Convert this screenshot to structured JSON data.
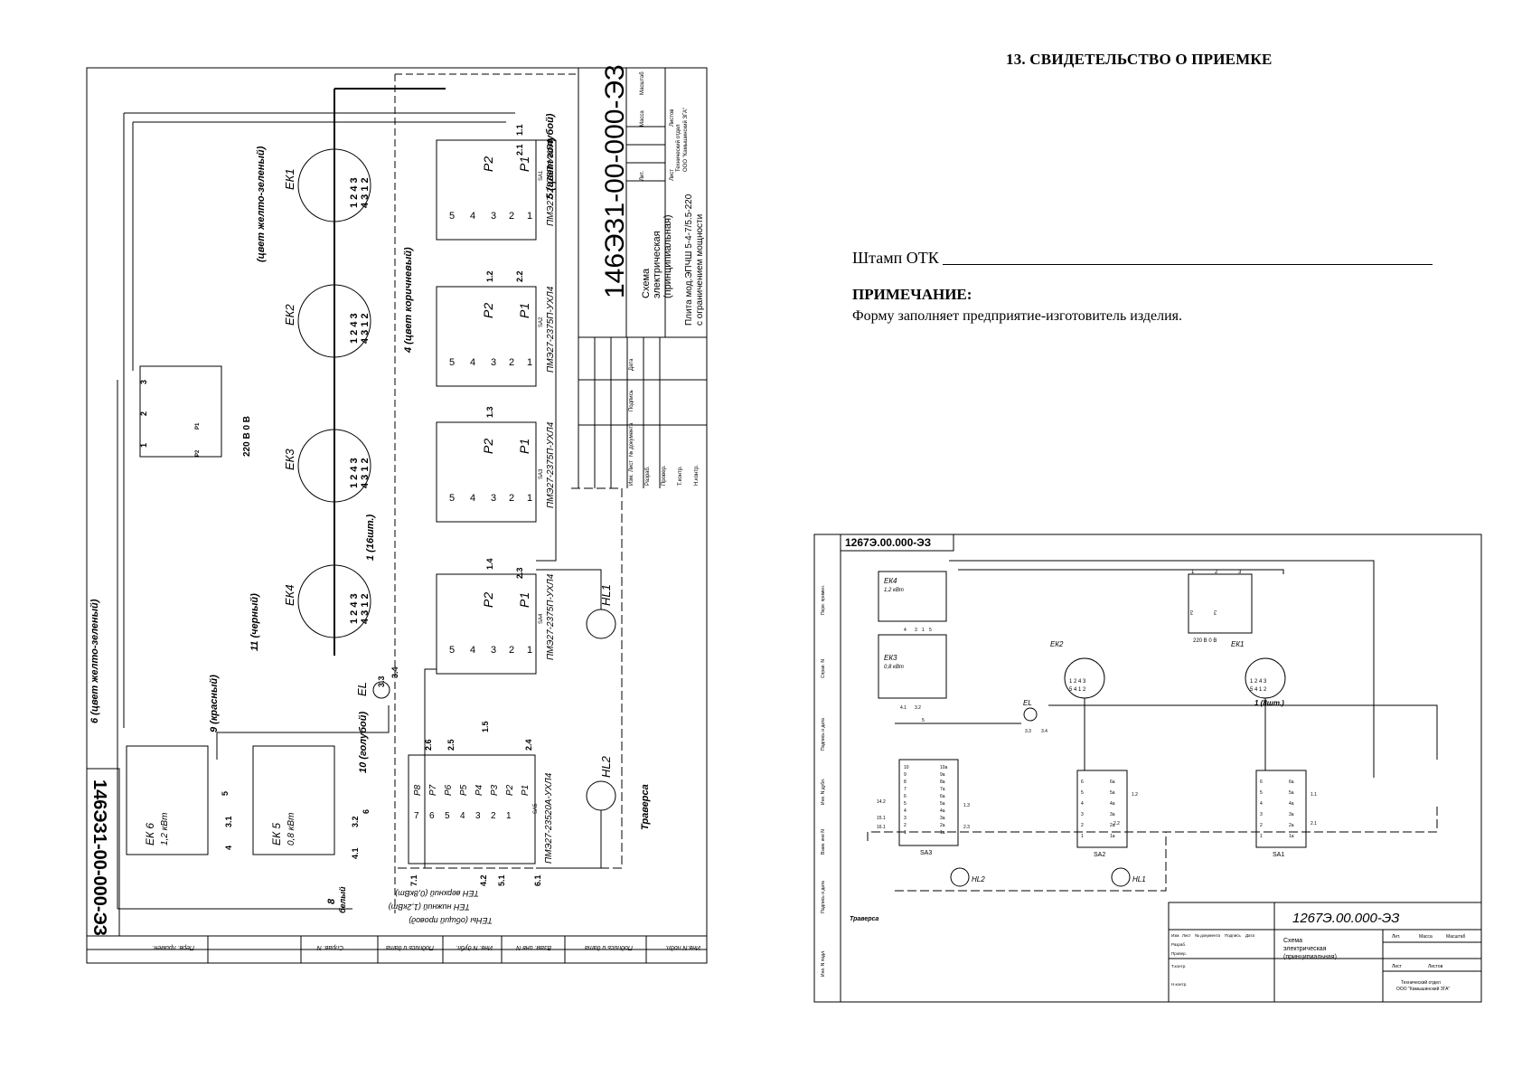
{
  "page": {
    "heading": "13. СВИДЕТЕЛЬСТВО О ПРИЕМКЕ",
    "stamp_label": "Штамп ОТК",
    "note_title": "ПРИМЕЧАНИЕ:",
    "note_text": "Форму заполняет предприятие-изготовитель изделия."
  },
  "left_sheet": {
    "doc_number": "146ЭЗ1-00-000-ЭЗ",
    "doc_number_side": "146ЭЗ1-00-000-ЭЗ",
    "title_lines": [
      "Схема",
      "электрическая",
      "(принципиальная)"
    ],
    "product_lines": [
      "Плита мод.ЭПЧШ 5-4-7/5.5-220",
      "с ограничением мощности"
    ],
    "developer_lines": [
      "Технический отдел",
      "ООО \"Камышинский ЗГА\""
    ],
    "title_cells": [
      "Лит.",
      "Масса",
      "Масштаб",
      "Лист",
      "Листов"
    ],
    "revision_cells": [
      "Изм.",
      "Лист",
      "№ документа",
      "Подпись",
      "Дата",
      "Разраб.",
      "Провер.",
      "Т.контр.",
      "Н.контр."
    ],
    "bottom_strip": [
      "Инв.N подл.",
      "Подпись и дата",
      "Взам. инв N",
      "Инв. N дубл.",
      "Подпись и дата",
      "Справ. N",
      "Перв. примен."
    ],
    "burners": [
      {
        "label": "ЕК1"
      },
      {
        "label": "ЕК2"
      },
      {
        "label": "ЕК3"
      },
      {
        "label": "ЕК4"
      }
    ],
    "burner_terminals_top": "1 2 4 3",
    "burner_terminals_bottom": "4 3 1 2",
    "switches": [
      {
        "label": "ПМЭ27-2375П-УХЛ4",
        "id": "SA1"
      },
      {
        "label": "ПМЭ27-2375П-УХЛ4",
        "id": "SA2"
      },
      {
        "label": "ПМЭ27-2375П-УХЛ4",
        "id": "SA3"
      },
      {
        "label": "ПМЭ27-2375П-УХЛ4",
        "id": "SA4"
      }
    ],
    "switch5_label": "ПМЭ27-23520А-УХЛ4",
    "switch5_id": "SA5",
    "switch5_pins": [
      "Р8",
      "Р7",
      "Р6",
      "Р5",
      "Р4",
      "Р3",
      "Р2",
      "Р1"
    ],
    "switch5_numbers": [
      "7",
      "6",
      "5",
      "4",
      "3",
      "2",
      "1"
    ],
    "relay_labels": [
      "Р2",
      "Р1"
    ],
    "switch_cells": [
      "5",
      "4",
      "3",
      "2",
      "1"
    ],
    "wire_labels": {
      "w4": "4 (цвет коричневый)",
      "w5": "5 (цвет голубой)",
      "yellow_green": "(цвет желто-зеленый)",
      "w6": "6 (цвет желто-зеленый)",
      "w1": "1 (16шт.)",
      "w11": "11 (черный)",
      "w9": "9 (красный)",
      "w10": "10 (голубой)",
      "w8a": "8",
      "w8b": "белый"
    },
    "connection_labels": [
      "1.1",
      "2.1",
      "1.2",
      "2.2",
      "1.3",
      "1.4",
      "2.3",
      "1.5",
      "2.6",
      "2.5",
      "2.4",
      "3.4",
      "3.3",
      "3.1",
      "3.2",
      "4.1",
      "4.2",
      "5.1",
      "6.1",
      "7.1",
      "6",
      "5",
      "4"
    ],
    "terminal_block": {
      "pins": [
        "3",
        "2",
        "1"
      ],
      "labels": [
        "Р1",
        "Р2"
      ],
      "voltage": "220 В  0 В"
    },
    "lamp_label": "EL",
    "indicators": [
      "HL1",
      "HL2"
    ],
    "traverse": "Траверса",
    "heaters": [
      {
        "label": "ЕК 6",
        "power": "1,2 кВт"
      },
      {
        "label": "ЕК 5",
        "power": "0,8 кВт"
      }
    ],
    "heater_notes": [
      "ТЕН верхний (0,8кВт)",
      "ТЕН нижний (1,2кВт)",
      "ТЕНы (общий провод)"
    ]
  },
  "right_sheet": {
    "doc_number_top": "1267Э.00.000-ЭЗ",
    "doc_number": "1267Э.00.000-ЭЗ",
    "title_lines": [
      "Схема",
      "электрическая",
      "(принципиальная)"
    ],
    "developer_lines": [
      "Технический отдел",
      "ООО \"Камышинский ЗГА\""
    ],
    "title_cells": [
      "Лит.",
      "Масса",
      "Масштаб",
      "Лист",
      "Листов"
    ],
    "revision_cells": [
      "Изм.",
      "Лист",
      "№ документа",
      "Подпись",
      "Дата",
      "Разраб.",
      "Провер.",
      "Т.контр.",
      "Н.контр."
    ],
    "side_strip": [
      "Перв. примен.",
      "Справ. N",
      "Подпись и дата",
      "Инв. N дубл.",
      "Взам. инв N",
      "Подпись и дата",
      "Инв. N подл."
    ],
    "heaters": [
      {
        "label": "ЕК4",
        "power": "1,2 кВт"
      },
      {
        "label": "ЕК3",
        "power": "0,8 кВт"
      }
    ],
    "burners": [
      "ЕК2",
      "ЕК1"
    ],
    "burner_terminals_top": "1 2 4 3",
    "burner_terminals_bottom": "5 4 1 2",
    "wire_count": "1 (8шт.)",
    "terminal_block": {
      "pins": [
        "1",
        "2",
        "3"
      ],
      "labels": [
        "Р2",
        "Р1"
      ],
      "voltage": "220 В  0 В"
    },
    "switches": [
      "SA3",
      "SA2",
      "SA1"
    ],
    "sa3_pins": [
      "10",
      "9",
      "8",
      "7",
      "6",
      "5",
      "4",
      "3",
      "2",
      "1"
    ],
    "sa3_pins_a": [
      "10а",
      "9а",
      "8а",
      "7а",
      "6а",
      "5а",
      "4а",
      "3а",
      "2а",
      "1а"
    ],
    "sa_pins": [
      "6",
      "5",
      "4",
      "3",
      "2",
      "1"
    ],
    "sa_pins_a": [
      "6а",
      "5а",
      "4а",
      "3а",
      "2а",
      "1а"
    ],
    "connection_labels": [
      "4",
      "3",
      "1",
      "5",
      "4.1",
      "3.2",
      "5",
      "3.3",
      "3.4",
      "14.2",
      "15.1",
      "16.1",
      "1.3",
      "2.3",
      "1.2",
      "2.2",
      "1.1",
      "2.1"
    ],
    "lamp_label": "EL",
    "indicators": [
      "HL2",
      "HL1"
    ],
    "traverse": "Траверса"
  }
}
